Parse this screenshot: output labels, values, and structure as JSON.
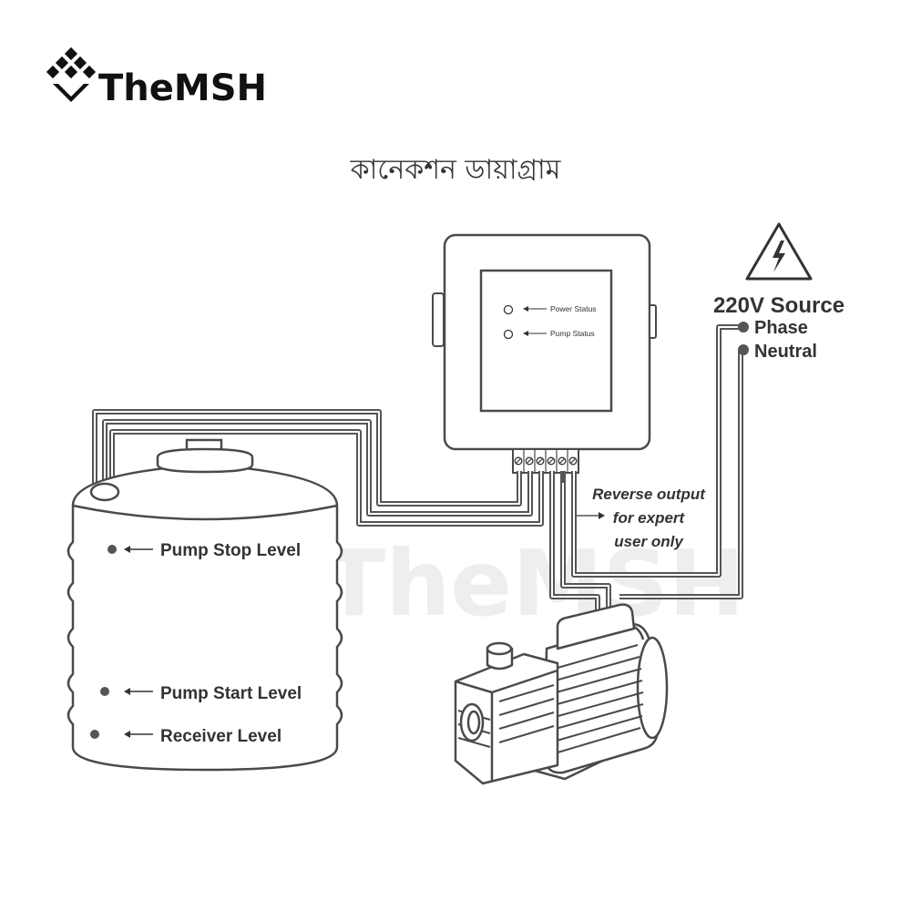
{
  "brand": {
    "name": "TheMSH",
    "watermark": "TheMSH"
  },
  "title": "কানেকশন ডায়াগ্রাম",
  "controller": {
    "indicators": [
      {
        "label": "Power Status"
      },
      {
        "label": "Pump Status"
      }
    ],
    "terminal_count": 6
  },
  "source": {
    "label": "220V Source",
    "lines": [
      {
        "label": "Phase"
      },
      {
        "label": "Neutral"
      }
    ]
  },
  "reverse_output": {
    "lines": [
      "Reverse output",
      "for expert",
      "user only"
    ]
  },
  "tank": {
    "levels": [
      {
        "label": "Pump Stop Level"
      },
      {
        "label": "Pump Start Level"
      },
      {
        "label": "Receiver Level"
      }
    ]
  },
  "icons": [
    "logo-diamond-icon",
    "high-voltage-warning-icon",
    "water-tank-icon",
    "pump-motor-icon",
    "arrow-left-icon"
  ],
  "colors": {
    "line": "#4a4a4a",
    "wire": "#555555",
    "watermark": "#eeeeee",
    "text": "#333333"
  }
}
